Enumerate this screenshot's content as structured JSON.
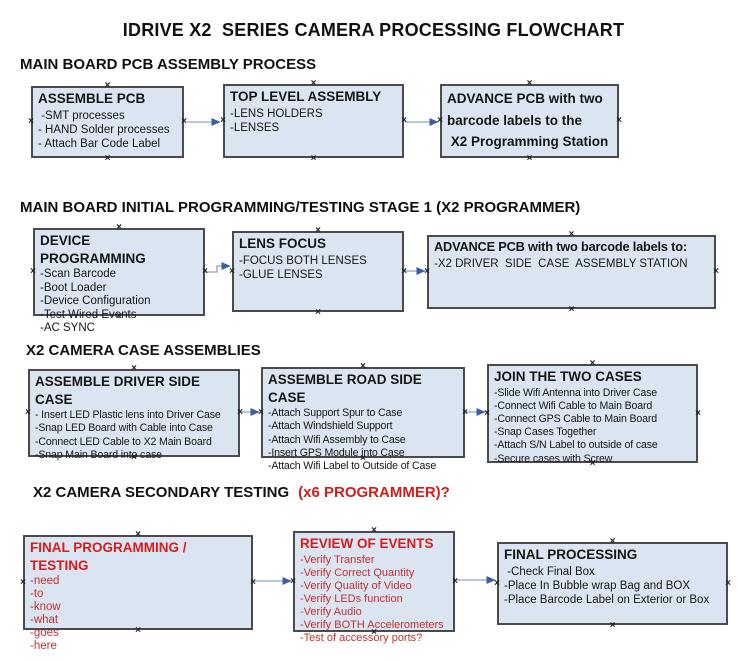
{
  "title": "IDRIVE X2  SERIES CAMERA PROCESSING FLOWCHART",
  "icons": {
    "connection_handle": "×"
  },
  "colors": {
    "box_fill": "#dbe5f1",
    "box_border": "#4b4b4b",
    "arrow_line": "#9db4d2",
    "arrow_head": "#3a5e9e",
    "red_text": "#d21d1d",
    "black_text": "#161616"
  },
  "sections": [
    {
      "heading": "MAIN BOARD PCB ASSEMBLY PROCESS",
      "boxes": [
        {
          "title": "ASSEMBLE PCB",
          "items": [
            " -SMT processes",
            "- HAND Solder processes",
            "- Attach Bar Code Label"
          ]
        },
        {
          "title": "TOP LEVEL ASSEMBLY",
          "items": [
            "-LENS HOLDERS",
            "-LENSES"
          ]
        },
        {
          "title": "ADVANCE PCB with two barcode labels to the\n X2 Programming Station",
          "items": []
        }
      ]
    },
    {
      "heading": "MAIN BOARD INITIAL PROGRAMMING/TESTING STAGE 1 (X2 PROGRAMMER)",
      "boxes": [
        {
          "title": "DEVICE PROGRAMMING",
          "items": [
            "-Scan Barcode",
            "-Boot Loader",
            "-Device Configuration",
            "-Test Wired Events",
            "-AC SYNC"
          ]
        },
        {
          "title": "LENS FOCUS",
          "items": [
            "-FOCUS BOTH LENSES",
            "-GLUE LENSES"
          ]
        },
        {
          "title": "ADVANCE PCB with two barcode labels to:",
          "items": [
            "-X2 DRIVER  SIDE  CASE  ASSEMBLY STATION"
          ]
        }
      ]
    },
    {
      "heading": "X2 CAMERA CASE ASSEMBLIES",
      "boxes": [
        {
          "title": "ASSEMBLE DRIVER SIDE CASE",
          "items": [
            "- Insert LED Plastic lens into Driver Case",
            "-Snap LED Board with Cable into Case",
            "-Connect LED Cable to X2 Main Board",
            "-Snap Main Board into case"
          ]
        },
        {
          "title": "ASSEMBLE ROAD SIDE CASE",
          "items": [
            "-Attach Support Spur to Case",
            "-Attach Windshield Support",
            "-Attach Wifi Assembly to Case",
            "-Insert GPS Module into Case",
            "-Attach Wifi Label to Outside of Case"
          ]
        },
        {
          "title": "JOIN THE TWO CASES",
          "items": [
            "-Slide Wifi Antenna into Driver Case",
            "-Connect Wifi Cable to Main Board",
            "-Connect GPS Cable to Main Board",
            "-Snap Cases Together",
            "-Attach S/N Label to outside of case",
            "-Secure cases with Screw"
          ]
        }
      ]
    },
    {
      "heading": "X2 CAMERA SECONDARY TESTING",
      "heading_red": "(x6 PROGRAMMER)?",
      "boxes": [
        {
          "title": "FINAL PROGRAMMING / TESTING",
          "items": [
            "-need",
            "-to",
            "-know",
            "-what",
            "-goes",
            "-here"
          ]
        },
        {
          "title": "REVIEW OF EVENTS",
          "items": [
            "-Verify Transfer",
            "-Verify Correct Quantity",
            "-Verify Quality of Video",
            "-Verify LEDs function",
            "-Verify Audio",
            "-Verify BOTH Accelerometers",
            "-Test of accessory ports?"
          ]
        },
        {
          "title": "FINAL PROCESSING",
          "items": [
            " -Check Final Box",
            "-Place In Bubble wrap Bag and BOX",
            "-Place Barcode Label on Exterior or Box"
          ]
        }
      ]
    }
  ]
}
